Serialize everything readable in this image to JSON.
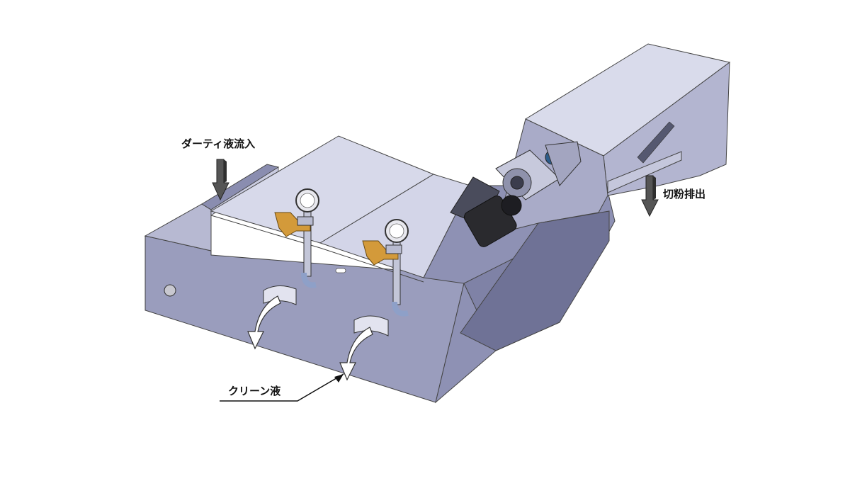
{
  "labels": {
    "dirty_inflow": "ダーティ液流入",
    "chip_discharge": "切粉排出",
    "clean_liquid": "クリーン液"
  },
  "colors": {
    "tank_side": "#9a9dbd",
    "tank_side_dark": "#7f82a6",
    "tank_top": "#c9cbe0",
    "lid": "#d7d9ea",
    "conveyor_top": "#d9dbeb",
    "conveyor_side": "#b3b5d0",
    "conveyor_dark": "#6f7296",
    "motor": "#2a2a2e",
    "valve": "#d39a3a",
    "gauge": "#e8e8ee",
    "arrow_fill": "#ffffff",
    "arrow_dark": "#3c3c3c"
  }
}
